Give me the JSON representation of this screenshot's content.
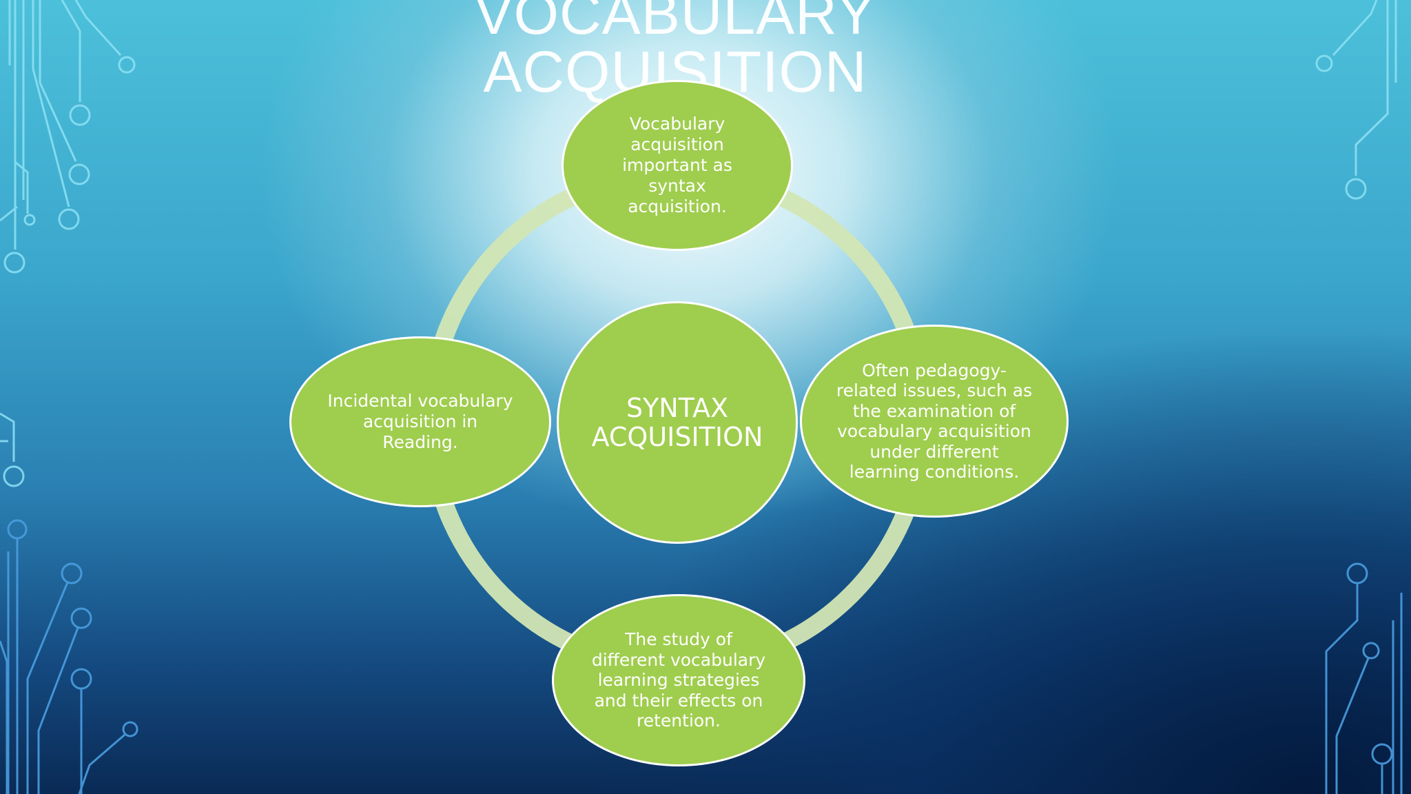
{
  "slide": {
    "title": "VOCABULARY ACQUISITION"
  },
  "diagram": {
    "center": "SYNTAX ACQUISITION",
    "nodes": {
      "top": "Vocabulary acquisition important as syntax acquisition.",
      "right": "Often pedagogy-related issues, such as the examination of vocabulary acquisition under different learning conditions.",
      "bottom": "The study of different vocabulary learning strategies and their effects on retention.",
      "left": "Incidental vocabulary acquisition in Reading."
    }
  },
  "colors": {
    "node_fill": "#9fcd4e",
    "ring": "#d2e6b4",
    "circuit_light": "#8fe2f4",
    "circuit_dark": "#4a9ee0"
  }
}
